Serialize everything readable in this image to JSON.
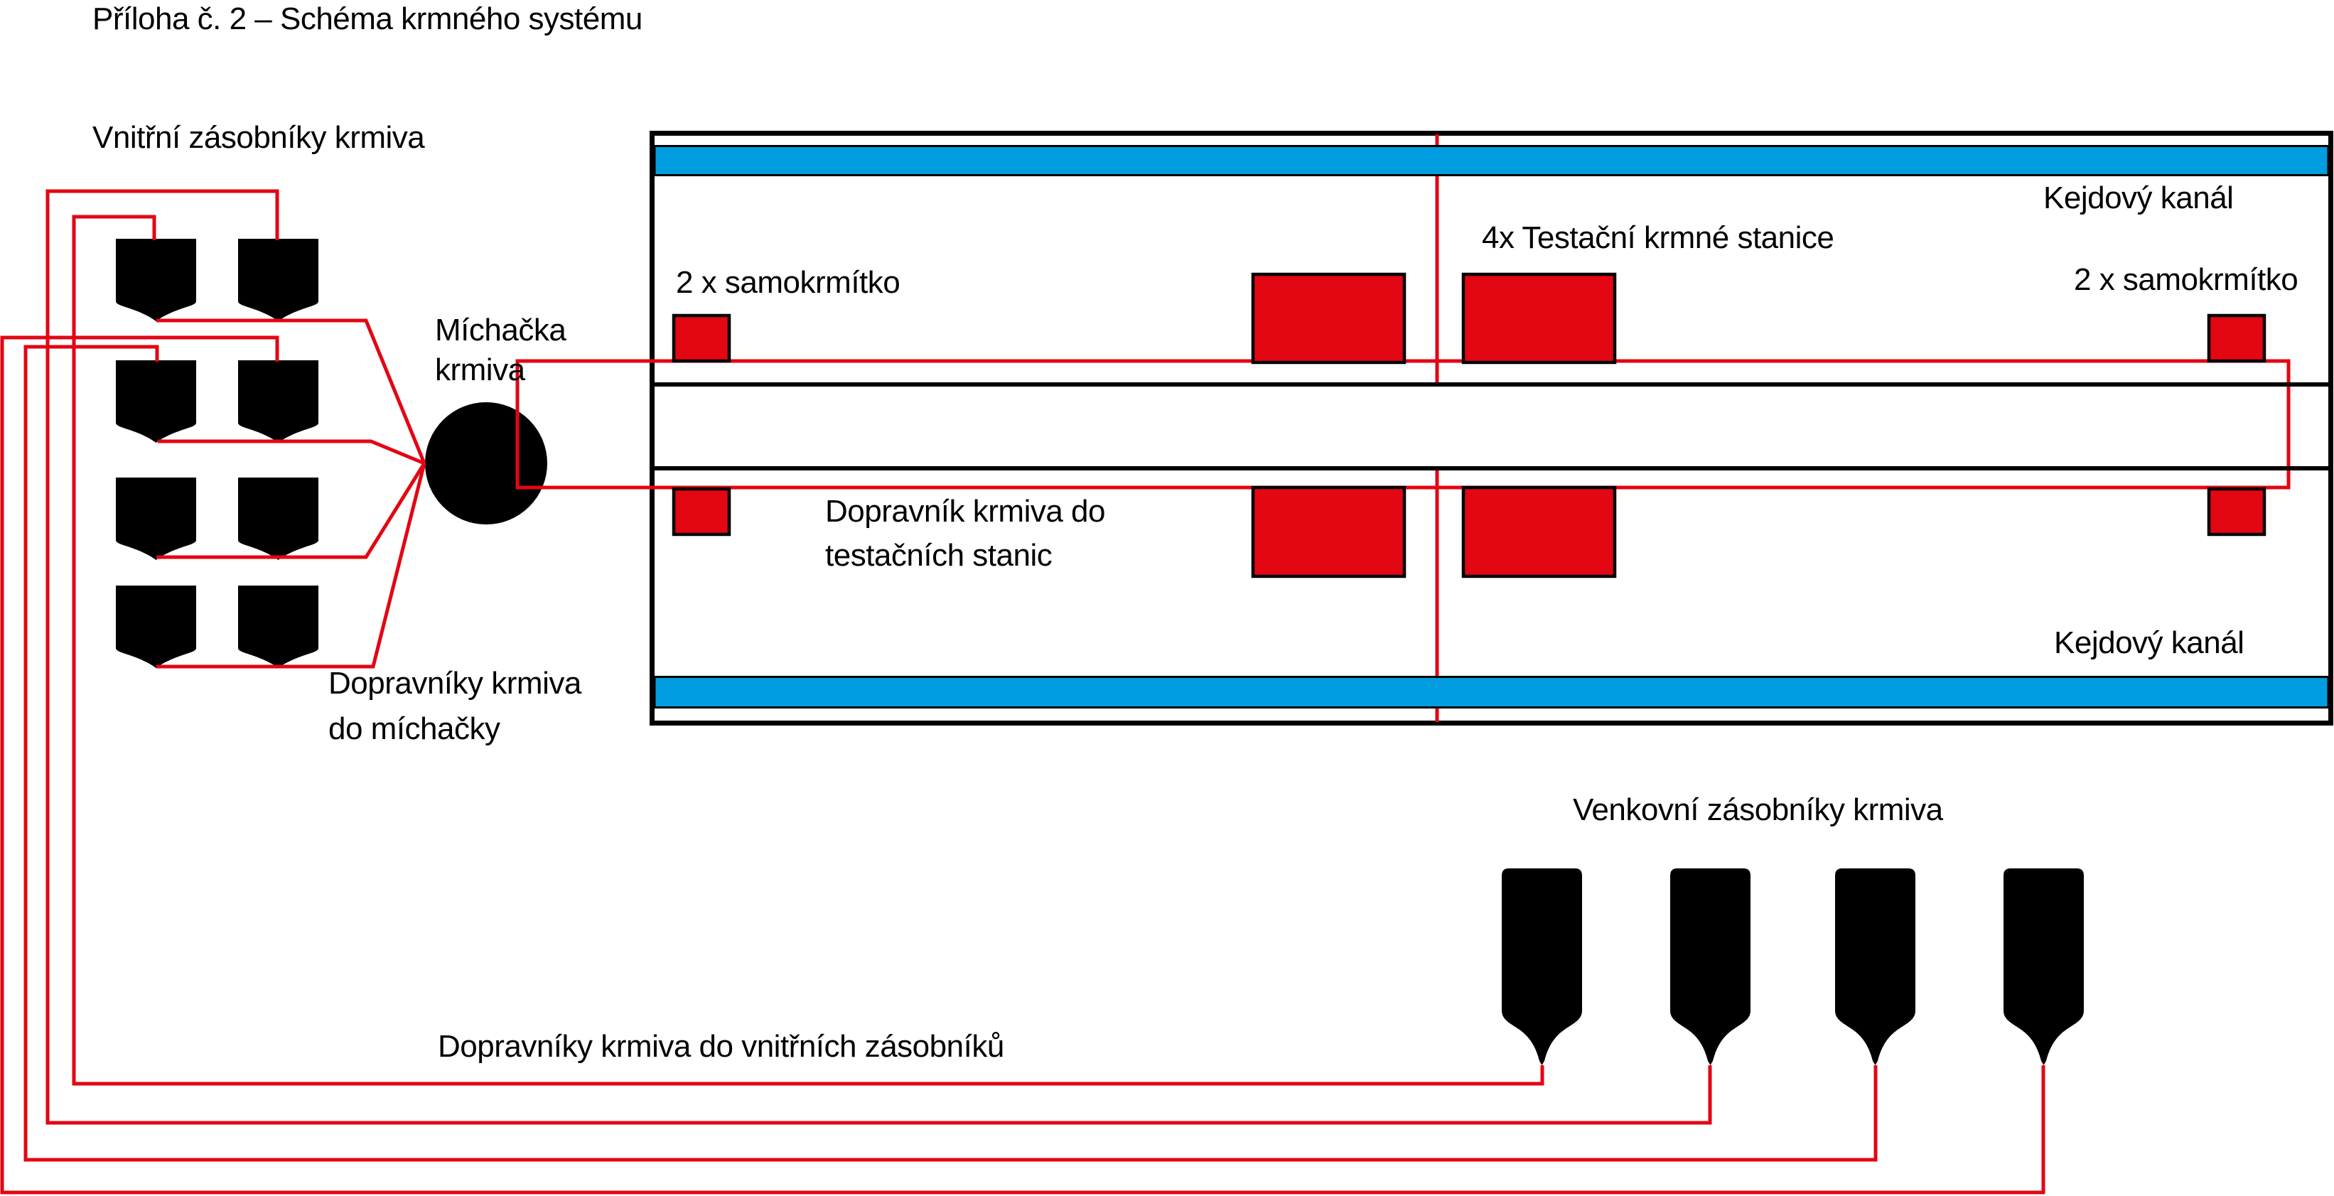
{
  "title": "Příloha č. 2 – Schéma krmného systému",
  "labels": {
    "indoor_silos": "Vnitřní zásobníky krmiva",
    "mixer": "Míchačka\nkrmiva",
    "self_feeder_left": "2 x samokrmítko",
    "test_stations": "4x Testační krmné stanice",
    "slurry_channel_top": "Kejdový kanál",
    "self_feeder_right": "2 x samokrmítko",
    "conveyor_to_test_stations": "Dopravník krmiva do\ntestačních stanic",
    "slurry_channel_bottom": "Kejdový kanál",
    "conveyors_to_mixer": "Dopravníky krmiva\ndo míchačky",
    "outdoor_silos": "Venkovní zásobníky krmiva",
    "conveyors_to_indoor_silos": "Dopravníky krmiva do vnitřních zásobníků"
  },
  "colors": {
    "line_red": "#E30613",
    "channel_blue": "#009EE0",
    "shape_black": "#000000"
  }
}
